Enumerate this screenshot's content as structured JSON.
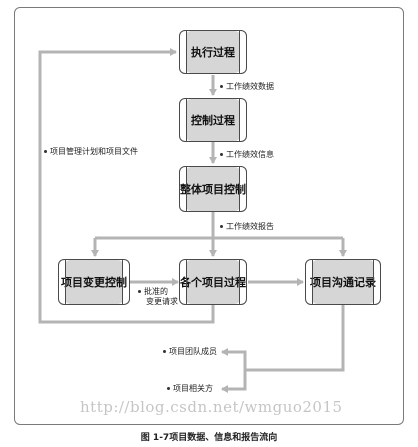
{
  "boxes": {
    "execute": "执行过程",
    "control": "控制过程",
    "integration": "整体项目控制",
    "change_control": "项目变更控制",
    "processes": "各个项目过程",
    "communication": "项目沟通记录"
  },
  "flows": {
    "work_performance_data": "工作绩效数据",
    "work_performance_info": "工作绩效信息",
    "work_performance_reports": "工作绩效报告",
    "approved_changes_line1": "批准的",
    "approved_changes_line2": "变更请求",
    "plan_and_docs": "项目管理计划和项目文件",
    "team_members": "项目团队成员",
    "stakeholders": "项目相关方"
  },
  "caption": "图 1-7项目数据、信息和报告流向",
  "watermark": "http://blog.csdn.net/wmguo2015",
  "colors": {
    "box_fill": "#d6d6d6",
    "line": "#b4b4b4",
    "border": "#4a4a4a"
  }
}
